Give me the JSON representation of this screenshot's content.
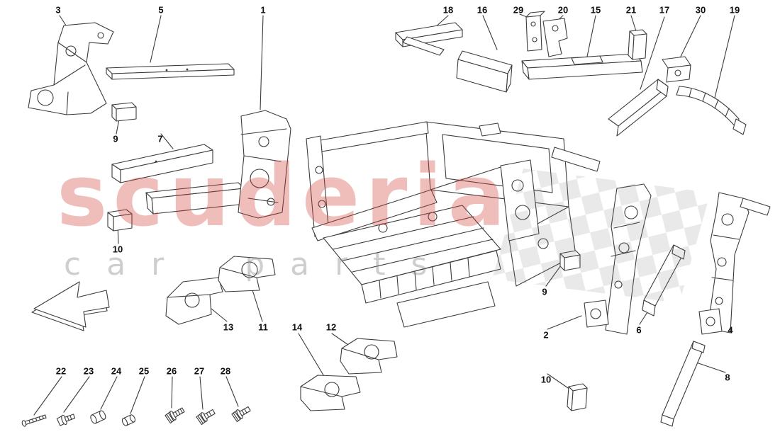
{
  "watermark": {
    "brand": "scuderia",
    "subtitle": "car parts",
    "brand_color": "#d03e34",
    "subtitle_color": "#7d7d7d"
  },
  "diagram": {
    "line_color": "#3b3b3b",
    "background_color": "#ffffff"
  },
  "callouts": [
    {
      "label": "3"
    },
    {
      "label": "5"
    },
    {
      "label": "1"
    },
    {
      "label": "18"
    },
    {
      "label": "16"
    },
    {
      "label": "29"
    },
    {
      "label": "20"
    },
    {
      "label": "15"
    },
    {
      "label": "21"
    },
    {
      "label": "17"
    },
    {
      "label": "30"
    },
    {
      "label": "19"
    },
    {
      "label": "9"
    },
    {
      "label": "7"
    },
    {
      "label": "10"
    },
    {
      "label": "13"
    },
    {
      "label": "11"
    },
    {
      "label": "14"
    },
    {
      "label": "12"
    },
    {
      "label": "22"
    },
    {
      "label": "23"
    },
    {
      "label": "24"
    },
    {
      "label": "25"
    },
    {
      "label": "26"
    },
    {
      "label": "27"
    },
    {
      "label": "28"
    },
    {
      "label": "9"
    },
    {
      "label": "2"
    },
    {
      "label": "6"
    },
    {
      "label": "4"
    },
    {
      "label": "10"
    },
    {
      "label": "8"
    }
  ]
}
